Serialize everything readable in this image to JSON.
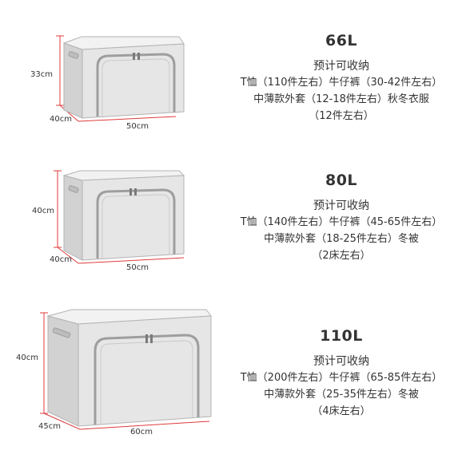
{
  "products": [
    {
      "capacity": "66L",
      "subtitle": "预计可收纳",
      "lines": [
        "T恤（110件左右）牛仔裤（30-42件左右）",
        "中薄款外套（12-18件左右）秋冬衣服",
        "（12件左右）"
      ],
      "height_label": "33cm",
      "depth_label": "40cm",
      "width_label": "50cm"
    },
    {
      "capacity": "80L",
      "subtitle": "预计可收纳",
      "lines": [
        "T恤（140件左右）牛仔裤（45-65件左右）",
        "中薄款外套（18-25件左右）冬被",
        "（2床左右）"
      ],
      "height_label": "40cm",
      "depth_label": "40cm",
      "width_label": "50cm"
    },
    {
      "capacity": "110L",
      "subtitle": "预计可收纳",
      "lines": [
        "T恤（200件左右）牛仔裤（65-85件左右）",
        "中薄款外套（25-35件左右）冬被",
        "（4床左右）"
      ],
      "height_label": "40cm",
      "depth_label": "45cm",
      "width_label": "60cm"
    }
  ],
  "colors": {
    "box_fill": "#e6e6e6",
    "box_side": "#d2d2d2",
    "box_top": "#f2f2f2",
    "box_frame": "#b3b3b3",
    "dimension_line": "#e03a3a",
    "text": "#333333"
  }
}
